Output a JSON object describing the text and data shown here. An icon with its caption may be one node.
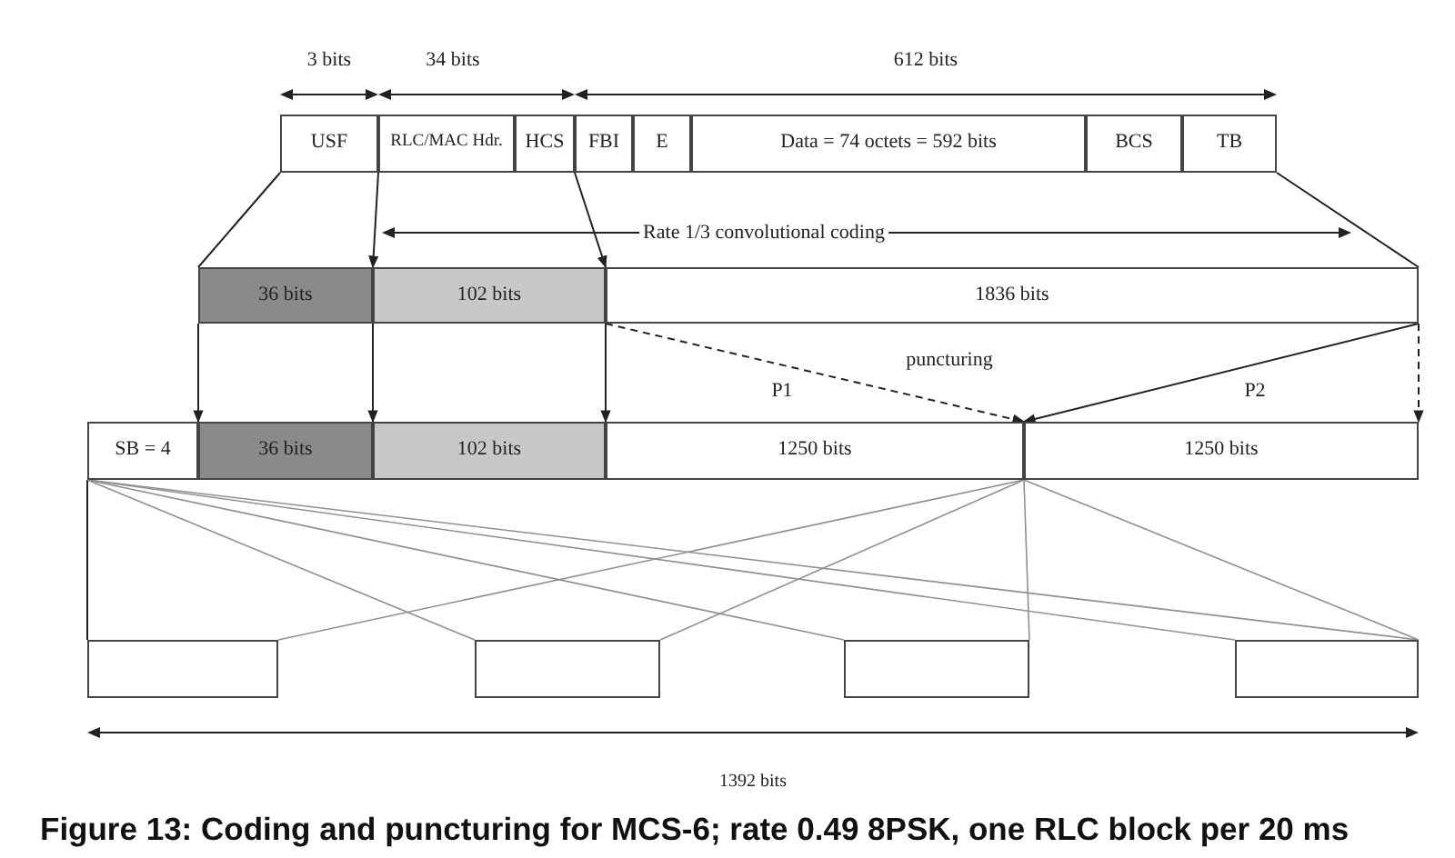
{
  "diagram": {
    "caption": "Figure 13: Coding and puncturing for MCS-6; rate 0.49 8PSK, one RLC block per 20 ms",
    "nodes": [
      {
        "text": [
          "USF"
        ]
      },
      {
        "text": [
          "RLC/MAC Hdr."
        ]
      },
      {
        "text": [
          "HCS"
        ]
      },
      {
        "text": [
          "FBI"
        ]
      },
      {
        "text": [
          "E"
        ]
      },
      {
        "text": [
          "Data = 74 octets = 592 bits"
        ]
      },
      {
        "text": [
          "BCS"
        ]
      },
      {
        "text": [
          "TB"
        ]
      },
      {
        "text": [
          "36 bits"
        ]
      },
      {
        "text": [
          "102 bits"
        ]
      },
      {
        "text": [
          "1836 bits"
        ]
      },
      {
        "text": [
          "SB = 4"
        ]
      },
      {
        "text": [
          "36 bits"
        ]
      },
      {
        "text": [
          "102 bits"
        ]
      },
      {
        "text": [
          "1250 bits"
        ]
      },
      {
        "text": [
          "1250 bits"
        ]
      },
      {
        "text": [],
        "shape": "box"
      },
      {
        "text": [],
        "shape": "box"
      },
      {
        "text": [],
        "shape": "box"
      },
      {
        "text": [],
        "shape": "box"
      }
    ],
    "edges": [
      {
        "from": 0,
        "to": 8,
        "arrow": "none"
      },
      {
        "from": 1,
        "to": 9,
        "arrow": "to"
      },
      {
        "from": 2,
        "to": 9,
        "arrow": "to"
      },
      {
        "from": 7,
        "to": 10,
        "arrow": "none"
      },
      {
        "from": 8,
        "to": 12,
        "arrow": "to"
      },
      {
        "from": 9,
        "to": 13,
        "arrow": "to"
      },
      {
        "from": 10,
        "to": 14,
        "arrow": "to"
      },
      {
        "from": 10,
        "to": 14,
        "arrow": "to",
        "label": "P1",
        "style": "dashed"
      },
      {
        "from": 10,
        "to": 15,
        "arrow": "to",
        "label": "P2"
      },
      {
        "from": 10,
        "to": 15,
        "arrow": "to",
        "style": "dashed"
      },
      {
        "from": 11,
        "to": 16,
        "arrow": "none"
      },
      {
        "from": 11,
        "to": 17,
        "arrow": "none",
        "color": "#909090"
      },
      {
        "from": 11,
        "to": 18,
        "arrow": "none",
        "color": "#909090"
      },
      {
        "from": 11,
        "to": 19,
        "arrow": "none",
        "color": "#909090"
      },
      {
        "from": 11,
        "to": 19,
        "arrow": "none",
        "color": "#909090"
      },
      {
        "from": 14,
        "to": 16,
        "arrow": "none",
        "color": "#909090"
      },
      {
        "from": 14,
        "to": 17,
        "arrow": "none",
        "color": "#909090"
      },
      {
        "from": 14,
        "to": 18,
        "arrow": "none",
        "color": "#909090"
      },
      {
        "from": 14,
        "to": 19,
        "arrow": "none",
        "color": "#909090"
      }
    ],
    "labels": [
      "3 bits",
      "34 bits",
      "612 bits",
      "Rate 1/3 convolutional coding",
      "puncturing",
      "1392 bits"
    ]
  }
}
